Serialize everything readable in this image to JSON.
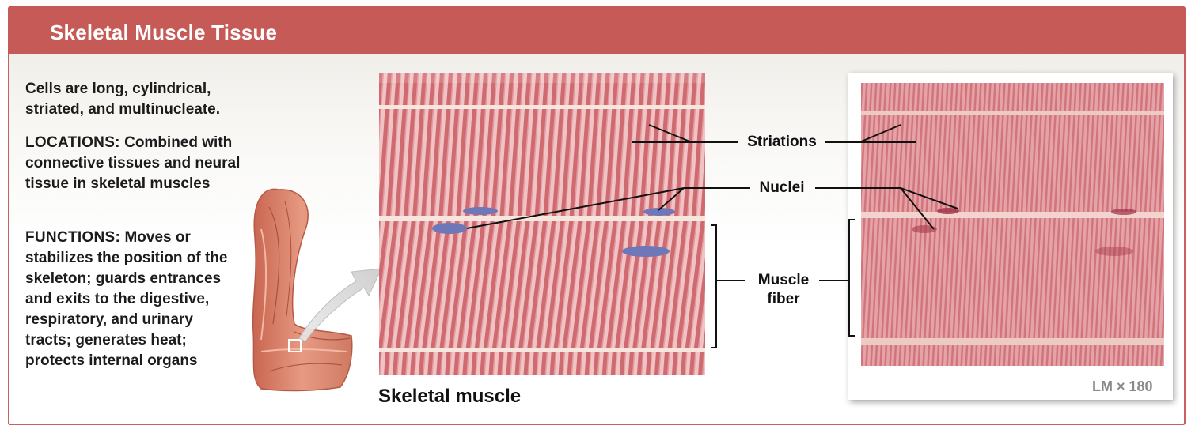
{
  "title": "Skeletal Muscle Tissue",
  "description": {
    "intro": "Cells are long, cylindrical, striated, and multinucleate.",
    "locations_heading": "LOCATIONS:",
    "locations_text": "Combined with connective tissues and neural tissue in skeletal muscles",
    "functions_heading": "FUNCTIONS:",
    "functions_text": "Moves or stabilizes the position of the skeleton; guards entrances and exits to the digestive, respiratory, and urinary tracts; generates heat; protects internal organs"
  },
  "labels": {
    "striations": "Striations",
    "nuclei": "Nuclei",
    "muscle_fiber_line1": "Muscle",
    "muscle_fiber_line2": "fiber"
  },
  "caption": "Skeletal muscle",
  "magnification": "LM × 180",
  "colors": {
    "header": "#c65a57",
    "muscle": "#e7a1a2",
    "striation_dark": "#c4555d",
    "nucleus": "#6e77b8"
  }
}
